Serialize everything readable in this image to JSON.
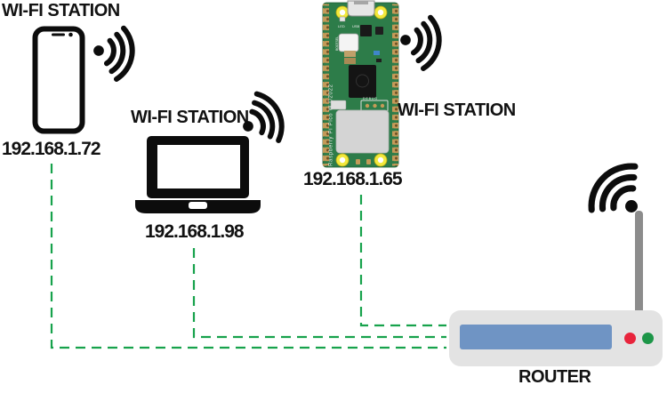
{
  "stations": {
    "phone": {
      "label": "WI-FI STATION",
      "ip": "192.168.1.72",
      "device": "smartphone"
    },
    "laptop": {
      "label": "WI-FI STATION",
      "ip": "192.168.1.98",
      "device": "laptop"
    },
    "pico": {
      "label": "WI-FI STATION",
      "ip": "192.168.1.65",
      "device": "raspberry-pi-pico-w",
      "board": {
        "silkscreen": "Raspberry Pi Pico W ©2022",
        "led": "LED",
        "usb": "USB",
        "bootsel": "BOOTSEL",
        "debug": "DEBUG"
      }
    }
  },
  "router": {
    "label": "ROUTER"
  },
  "connections": [
    {
      "from": "192.168.1.72",
      "to": "ROUTER",
      "style": "dashed"
    },
    {
      "from": "192.168.1.98",
      "to": "ROUTER",
      "style": "dashed"
    },
    {
      "from": "192.168.1.65",
      "to": "ROUTER",
      "style": "dashed"
    }
  ],
  "colors": {
    "connection_green": "#17a24c",
    "pcb_green": "#2d7c49",
    "pad_gold": "#c49a58",
    "router_body_gray": "#e3e3e3",
    "router_panel_blue": "#6f94c4",
    "led_red": "#e8243c",
    "led_green": "#1d9648",
    "antenna_gray": "#8c8c8c",
    "icon_black": "#0c0c0c"
  }
}
